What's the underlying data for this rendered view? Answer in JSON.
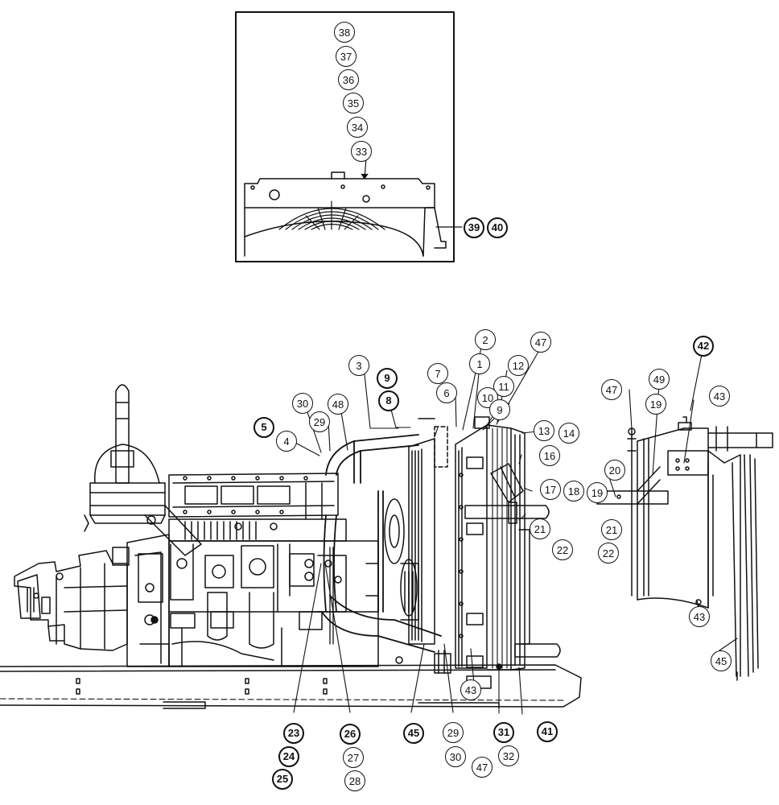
{
  "figure": {
    "callouts": [
      {
        "id": "c38",
        "text": "38",
        "bold": false
      },
      {
        "id": "c37",
        "text": "37",
        "bold": false
      },
      {
        "id": "c36",
        "text": "36",
        "bold": false
      },
      {
        "id": "c35",
        "text": "35",
        "bold": false
      },
      {
        "id": "c34",
        "text": "34",
        "bold": false
      },
      {
        "id": "c33",
        "text": "33",
        "bold": false
      },
      {
        "id": "c39",
        "text": "39",
        "bold": true
      },
      {
        "id": "c40",
        "text": "40",
        "bold": true
      },
      {
        "id": "c2",
        "text": "2",
        "bold": false
      },
      {
        "id": "c47a",
        "text": "47",
        "bold": false
      },
      {
        "id": "c1",
        "text": "1",
        "bold": false
      },
      {
        "id": "c12",
        "text": "12",
        "bold": false
      },
      {
        "id": "c3",
        "text": "3",
        "bold": false
      },
      {
        "id": "c7",
        "text": "7",
        "bold": false
      },
      {
        "id": "c11",
        "text": "11",
        "bold": false
      },
      {
        "id": "c9a",
        "text": "9",
        "bold": true
      },
      {
        "id": "c6",
        "text": "6",
        "bold": false
      },
      {
        "id": "c10",
        "text": "10",
        "bold": false
      },
      {
        "id": "c8",
        "text": "8",
        "bold": true
      },
      {
        "id": "c9b",
        "text": "9",
        "bold": false
      },
      {
        "id": "c30a",
        "text": "30",
        "bold": false
      },
      {
        "id": "c48",
        "text": "48",
        "bold": false
      },
      {
        "id": "c29a",
        "text": "29",
        "bold": false
      },
      {
        "id": "c13",
        "text": "13",
        "bold": false
      },
      {
        "id": "c14",
        "text": "14",
        "bold": false
      },
      {
        "id": "c5",
        "text": "5",
        "bold": true
      },
      {
        "id": "c4",
        "text": "4",
        "bold": false
      },
      {
        "id": "c16",
        "text": "16",
        "bold": false
      },
      {
        "id": "c17",
        "text": "17",
        "bold": false
      },
      {
        "id": "c18",
        "text": "18",
        "bold": false
      },
      {
        "id": "c19a",
        "text": "19",
        "bold": false
      },
      {
        "id": "c21a",
        "text": "21",
        "bold": false
      },
      {
        "id": "c22a",
        "text": "22",
        "bold": false
      },
      {
        "id": "c42",
        "text": "42",
        "bold": true
      },
      {
        "id": "c49",
        "text": "49",
        "bold": false
      },
      {
        "id": "c47b",
        "text": "47",
        "bold": false
      },
      {
        "id": "c43a",
        "text": "43",
        "bold": false
      },
      {
        "id": "c19b",
        "text": "19",
        "bold": false
      },
      {
        "id": "c20",
        "text": "20",
        "bold": false
      },
      {
        "id": "c21b",
        "text": "21",
        "bold": false
      },
      {
        "id": "c22b",
        "text": "22",
        "bold": false
      },
      {
        "id": "c43b",
        "text": "43",
        "bold": false
      },
      {
        "id": "c45b",
        "text": "45",
        "bold": false
      },
      {
        "id": "c43c",
        "text": "43",
        "bold": false
      },
      {
        "id": "c23",
        "text": "23",
        "bold": true
      },
      {
        "id": "c26",
        "text": "26",
        "bold": true
      },
      {
        "id": "c45a",
        "text": "45",
        "bold": true
      },
      {
        "id": "c29b",
        "text": "29",
        "bold": false
      },
      {
        "id": "c31",
        "text": "31",
        "bold": true
      },
      {
        "id": "c41",
        "text": "41",
        "bold": true
      },
      {
        "id": "c24",
        "text": "24",
        "bold": true
      },
      {
        "id": "c27",
        "text": "27",
        "bold": false
      },
      {
        "id": "c30b",
        "text": "30",
        "bold": false
      },
      {
        "id": "c47c",
        "text": "47",
        "bold": false
      },
      {
        "id": "c32",
        "text": "32",
        "bold": false
      },
      {
        "id": "c25",
        "text": "25",
        "bold": true
      },
      {
        "id": "c28",
        "text": "28",
        "bold": false
      }
    ]
  }
}
